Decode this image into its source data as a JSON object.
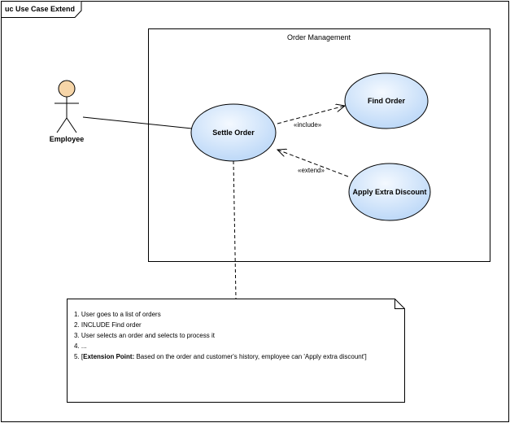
{
  "frame": {
    "title": "uc Use Case Extend"
  },
  "boundary": {
    "title": "Order Management"
  },
  "actor": {
    "label": "Employee"
  },
  "use_cases": {
    "settle_order": "Settle Order",
    "find_order": "Find Order",
    "apply_extra_discount": "Apply Extra Discount"
  },
  "relations": {
    "include": "«include»",
    "extend": "«extend»"
  },
  "note": {
    "lines": [
      "1. User goes to a list of orders",
      "2. INCLUDE Find order",
      "3. User selects an order and selects to process it",
      "4. ..."
    ],
    "line5_prefix": "5. [",
    "line5_bold": "Extension Point:",
    "line5_rest": " Based on the order and customer's history, employee can 'Apply extra discount']"
  },
  "colors": {
    "usecase_fill_light": "#f2f8ff",
    "usecase_fill_dark": "#bcd8f8",
    "actor_head": "#f6d5a8",
    "stroke": "#000000"
  }
}
